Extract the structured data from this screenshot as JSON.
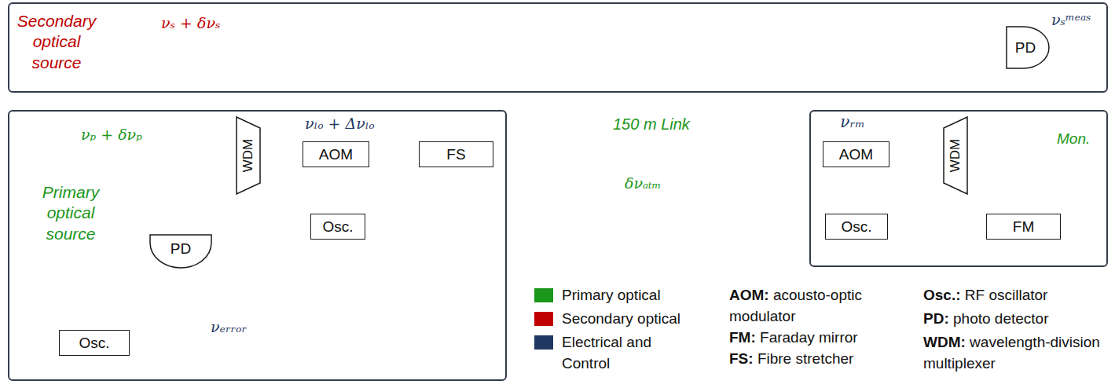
{
  "diagram": {
    "nodes": [
      {
        "text": [
          "Secondary optical source"
        ]
      },
      {
        "text": [
          "PD"
        ],
        "in": 0
      },
      {
        "text": [
          "Primary optical source"
        ]
      },
      {
        "text": [
          "WDM"
        ],
        "in": 2
      },
      {
        "text": [
          "AOM"
        ],
        "in": 2
      },
      {
        "text": [
          "FS"
        ],
        "in": 2
      },
      {
        "text": [
          "Osc."
        ],
        "in": 2
      },
      {
        "text": [
          "PD"
        ],
        "in": 2
      },
      {
        "text": [
          "Osc."
        ],
        "in": 2
      },
      {
        "text": [
          "νᵣₘ"
        ]
      },
      {
        "text": [
          "AOM"
        ],
        "in": 9
      },
      {
        "text": [
          "WDM"
        ],
        "in": 9
      },
      {
        "text": [
          "Osc."
        ],
        "in": 9
      },
      {
        "text": [
          "FM"
        ],
        "in": 9
      }
    ],
    "edges": [
      {
        "from": 3,
        "to": 4,
        "arrow": "none"
      },
      {
        "from": 4,
        "to": 5,
        "arrow": "none"
      },
      {
        "from": 5,
        "to": 10,
        "arrow": "none"
      },
      {
        "from": 6,
        "to": 4,
        "arrow": "to"
      },
      {
        "from": 10,
        "to": 11,
        "arrow": "none"
      },
      {
        "from": 11,
        "to": 1,
        "arrow": "none"
      },
      {
        "from": 11,
        "to": 13,
        "arrow": "to"
      },
      {
        "from": 12,
        "to": 10,
        "arrow": "to"
      }
    ],
    "labels": [
      "νₛ + δνₛ",
      "νₛᵐᵉᵃˢ",
      "νₚ + δνₚ",
      "νₗₒ + Δνₗₒ",
      "νₑᵣᵣₒᵣ",
      "150 m Link",
      "δνₐₜₘ",
      "Mon.",
      "AOM:",
      "acousto-optic modulator",
      "FM:",
      "Faraday mirror",
      "FS:",
      "Fibre stretcher",
      "Osc.:",
      "RF oscillator",
      "PD:",
      "photo detector",
      "WDM:",
      "wavelength-division multiplexer"
    ],
    "legend": [
      {
        "text": "Primary optical",
        "color": "#1a961a"
      },
      {
        "text": "Secondary optical",
        "color": "#c00000"
      },
      {
        "text": "Electrical and Control",
        "color": "#1f3864"
      }
    ]
  }
}
